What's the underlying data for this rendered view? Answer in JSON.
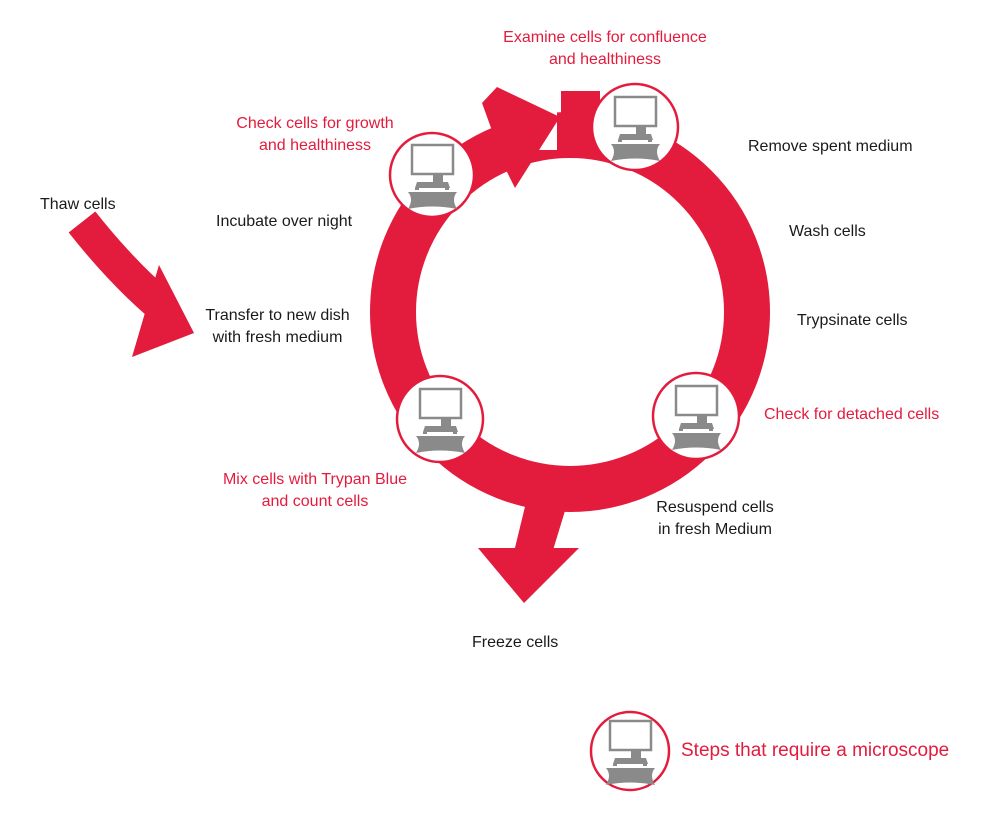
{
  "colors": {
    "accent": "#e31b3d",
    "text": "#1a1a1a",
    "microscope": "#8a8a8a",
    "background": "#ffffff"
  },
  "labels": {
    "examine": [
      "Examine cells for confluence",
      "and healthiness"
    ],
    "check_growth": [
      "Check cells for growth",
      "and healthiness"
    ],
    "remove_medium": "Remove spent medium",
    "thaw": "Thaw cells",
    "incubate": "Incubate over night",
    "wash": "Wash cells",
    "transfer": [
      "Transfer to new dish",
      "with fresh medium"
    ],
    "trypsinate": "Trypsinate cells",
    "check_detached": "Check for detached cells",
    "mix_count": [
      "Mix cells with Trypan Blue",
      "and count cells"
    ],
    "resuspend": [
      "Resuspend cells",
      "in fresh Medium"
    ],
    "freeze": "Freeze cells",
    "legend": "Steps that require a microscope"
  },
  "icons": {
    "step_marker": "microscope-icon"
  }
}
